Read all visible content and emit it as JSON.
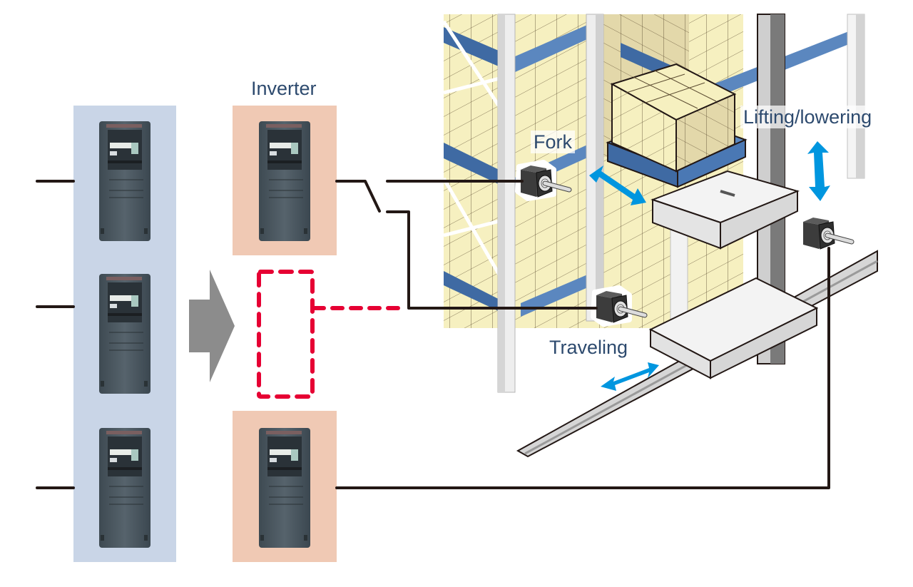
{
  "diagram": {
    "title": "Inverter consolidation for stacker crane axes",
    "labels": {
      "inverter": "Inverter",
      "fork": "Fork",
      "lifting": "Lifting/lowering",
      "traveling": "Traveling"
    },
    "before_group": {
      "description": "Three inverters, one per axis",
      "count": 3
    },
    "after_group": {
      "description": "Two inverters; one shared by fork and traveling axes via switching, one removed (dashed)",
      "count": 2,
      "removed_slot": "dashed-red-placeholder"
    },
    "axes": [
      "Fork",
      "Lifting/lowering",
      "Traveling"
    ],
    "colors": {
      "before_panel": "#c9d5e7",
      "after_panel": "#f0c9b4",
      "removed_outline": "#e60033",
      "transition_arrow": "#8c8c8c",
      "motion_arrow": "#0096df",
      "label_text": "#2d4a6e",
      "wire": "#231815",
      "box_fill": "#f6f0c0",
      "pallet": "#5b87bf"
    }
  }
}
